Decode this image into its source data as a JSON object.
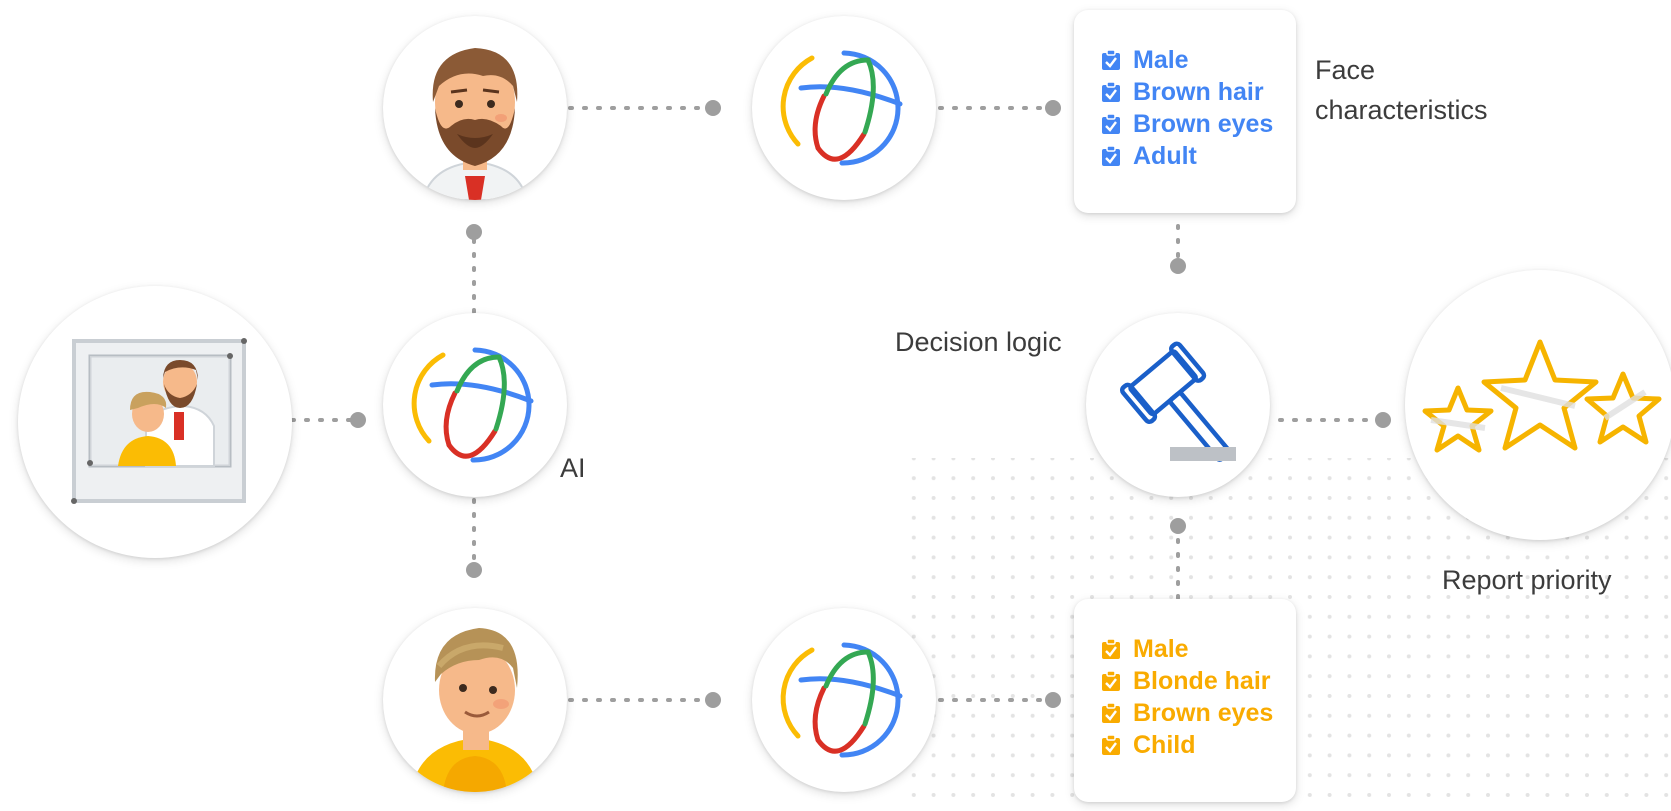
{
  "colors": {
    "connector": "#9e9e9e",
    "blue_text": "#4285f4",
    "yellow_text": "#f9ab00",
    "star": "#f6b400",
    "gavel": "#1a5fc9"
  },
  "icons": {
    "ai_globe": "google-ai-globe-icon",
    "gavel": "gavel-icon",
    "stars": "three-stars-icon",
    "photo": "photo-of-man-and-child",
    "man": "bearded-man-avatar",
    "boy": "blond-boy-avatar"
  },
  "labels": {
    "ai": "AI",
    "face_characteristics": [
      "Face",
      "characteristics"
    ],
    "decision_logic": "Decision logic",
    "report_priority": "Report priority"
  },
  "adult_traits": [
    "Male",
    "Brown hair",
    "Brown eyes",
    "Adult"
  ],
  "child_traits": [
    "Male",
    "Blonde hair",
    "Brown eyes",
    "Child"
  ]
}
